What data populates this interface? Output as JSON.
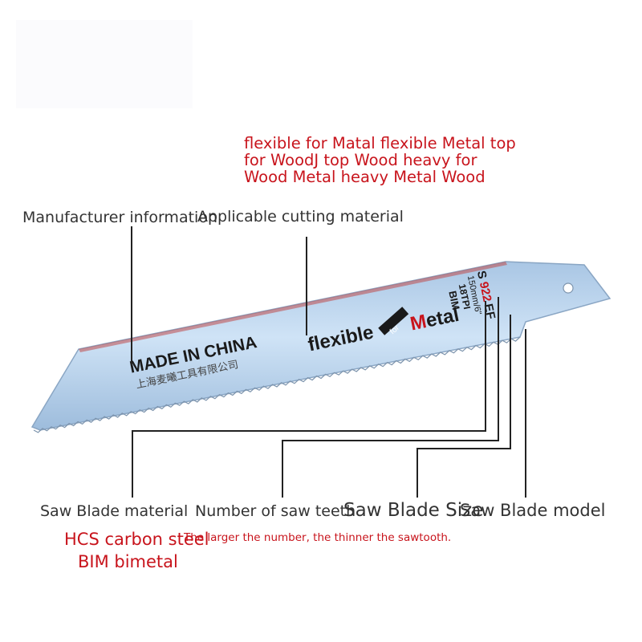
{
  "materials_text": "flexible for Matal flexible Metal top for WoodJ top Wood heavy for Wood Metal heavy Metal Wood",
  "labels": {
    "manufacturer": "Manufacturer information",
    "applicable": "Applicable cutting material",
    "blade_material": "Saw Blade material",
    "teeth": "Number of saw teeth",
    "size": "Saw Blade Size",
    "model": "Saw Blade model"
  },
  "notes": {
    "hcs": "HCS carbon steel",
    "bim": "BIM bimetal",
    "teeth_note": "The larger the number, the thinner the sawtooth."
  },
  "blade": {
    "made_in": "MADE IN CHINA",
    "company": "上海麦曦工具有限公司",
    "flexible": "flexible",
    "for": "for",
    "metal_m": "M",
    "metal_rest": "etal",
    "model_s": "S",
    "model_num": "922",
    "model_ef": "EF",
    "size": "150mm/6\"",
    "tpi": "18TPI",
    "bim": "BIM"
  },
  "colors": {
    "accent_red": "#c8141c",
    "blade": "#b9d4ee",
    "text_dark": "#333333"
  }
}
